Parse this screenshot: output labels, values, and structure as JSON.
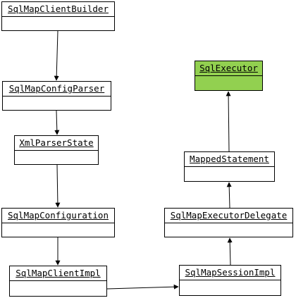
{
  "classes": {
    "sql_map_client_builder": "SqlMapClientBuilder",
    "sql_map_config_parser": "SqlMapConfigParser",
    "xml_parser_state": "XmlParserState",
    "sql_map_configuration": "SqlMapConfiguration",
    "sql_map_client_impl": "SqlMapClientImpl",
    "sql_map_session_impl": "SqlMapSessionImpl",
    "sql_map_executor_delegate": "SqlMapExecutorDelegate",
    "mapped_statement": "MappedStatement",
    "sql_executor": "SqlExecutor"
  },
  "colors": {
    "highlight": "#92d050",
    "line": "#000000"
  }
}
